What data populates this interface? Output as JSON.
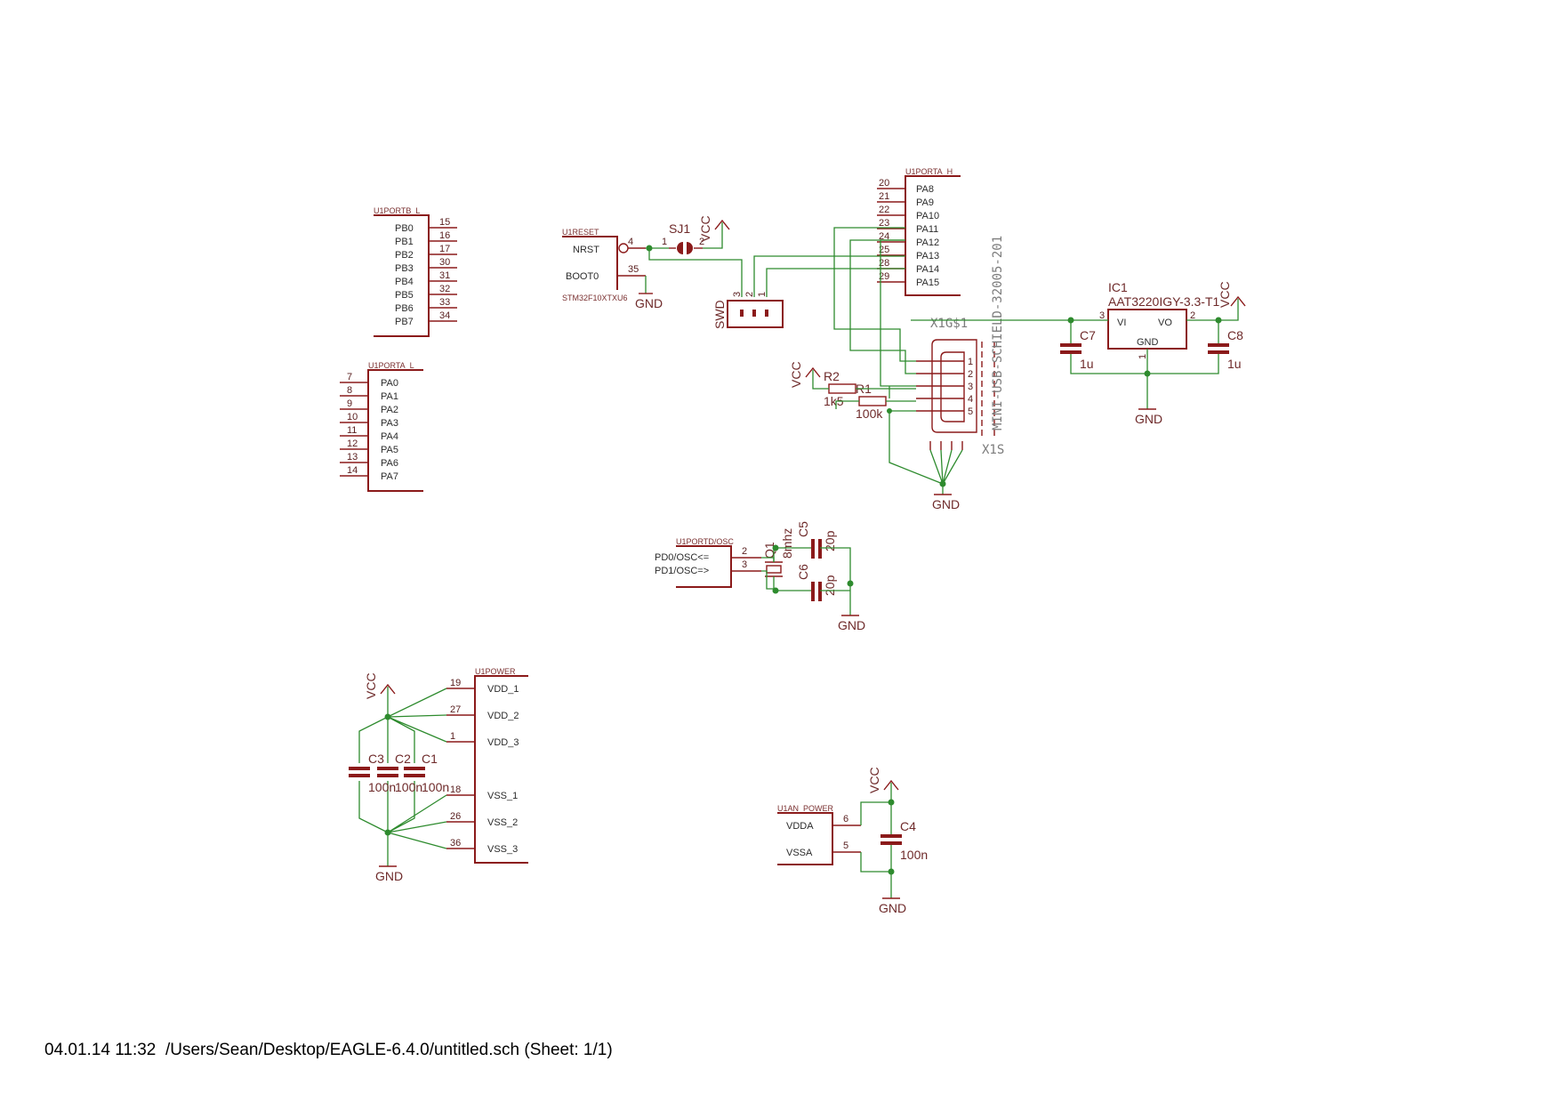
{
  "title_block": {
    "date": "04.01.14 11:32",
    "path": "/Users/Sean/Desktop/EAGLE-6.4.0/untitled.sch",
    "sheet": "(Sheet: 1/1)"
  },
  "parts": {
    "portb": {
      "name": "U1PORTB_L",
      "pins": [
        {
          "label": "PB0",
          "num": "15"
        },
        {
          "label": "PB1",
          "num": "16"
        },
        {
          "label": "PB2",
          "num": "17"
        },
        {
          "label": "PB3",
          "num": "30"
        },
        {
          "label": "PB4",
          "num": "31"
        },
        {
          "label": "PB5",
          "num": "32"
        },
        {
          "label": "PB6",
          "num": "33"
        },
        {
          "label": "PB7",
          "num": "34"
        }
      ]
    },
    "porta_l": {
      "name": "U1PORTA_L",
      "pins": [
        {
          "label": "PA0",
          "num": "7"
        },
        {
          "label": "PA1",
          "num": "8"
        },
        {
          "label": "PA2",
          "num": "9"
        },
        {
          "label": "PA3",
          "num": "10"
        },
        {
          "label": "PA4",
          "num": "11"
        },
        {
          "label": "PA5",
          "num": "12"
        },
        {
          "label": "PA6",
          "num": "13"
        },
        {
          "label": "PA7",
          "num": "14"
        }
      ]
    },
    "porta_h": {
      "name": "U1PORTA_H",
      "pins": [
        {
          "label": "PA8",
          "num": "20"
        },
        {
          "label": "PA9",
          "num": "21"
        },
        {
          "label": "PA10",
          "num": "22"
        },
        {
          "label": "PA11",
          "num": "23"
        },
        {
          "label": "PA12",
          "num": "24"
        },
        {
          "label": "PA13",
          "num": "25"
        },
        {
          "label": "PA14",
          "num": "28"
        },
        {
          "label": "PA15",
          "num": "29"
        }
      ]
    },
    "reset": {
      "name": "U1RESET",
      "nrst": "NRST",
      "boot0": "BOOT0",
      "pin_nrst": "4",
      "pin_boot0": "35",
      "device": "STM32F10XTXU6"
    },
    "power": {
      "name": "U1POWER",
      "pins": [
        {
          "label": "VDD_1",
          "num": "19"
        },
        {
          "label": "VDD_2",
          "num": "27"
        },
        {
          "label": "VDD_3",
          "num": "1"
        },
        {
          "label": "VSS_1",
          "num": "18"
        },
        {
          "label": "VSS_2",
          "num": "26"
        },
        {
          "label": "VSS_3",
          "num": "36"
        }
      ]
    },
    "osc": {
      "name": "U1PORTD/OSC",
      "pins": [
        {
          "label": "PD0/OSC<=",
          "num": "2"
        },
        {
          "label": "PD1/OSC=>",
          "num": "3"
        }
      ]
    },
    "an_power": {
      "name": "U1AN_POWER",
      "pins": [
        {
          "label": "VDDA",
          "num": "6"
        },
        {
          "label": "VSSA",
          "num": "5"
        }
      ]
    },
    "regulator": {
      "ref": "IC1",
      "value": "AAT3220IGY-3.3-T1",
      "vi": "VI",
      "vo": "VO",
      "gnd": "GND",
      "p_vi": "3",
      "p_vo": "2",
      "p_gnd": "1"
    },
    "usb": {
      "ref": "X1G$1",
      "shield": "X1S",
      "value": "MINI-USB-SCHIELD-32005-201",
      "pins": [
        "1",
        "2",
        "3",
        "4",
        "5"
      ]
    },
    "swd": {
      "ref": "SWD",
      "pins": [
        "3",
        "2",
        "1"
      ]
    },
    "sj1": {
      "ref": "SJ1",
      "p1": "1",
      "p2": "2"
    },
    "q1": {
      "ref": "Q1",
      "value": "8mhz"
    },
    "r1": {
      "ref": "R1",
      "value": "100k"
    },
    "r2": {
      "ref": "R2",
      "value": "1k5"
    },
    "c1": {
      "ref": "C1",
      "value": "100n"
    },
    "c2": {
      "ref": "C2",
      "value": "100n"
    },
    "c3": {
      "ref": "C3",
      "value": "100n"
    },
    "c4": {
      "ref": "C4",
      "value": "100n"
    },
    "c5": {
      "ref": "C5",
      "value": "20p"
    },
    "c6": {
      "ref": "C6",
      "value": "20p"
    },
    "c7": {
      "ref": "C7",
      "value": "1u"
    },
    "c8": {
      "ref": "C8",
      "value": "1u"
    }
  },
  "nets": {
    "vcc": "VCC",
    "gnd": "GND"
  },
  "colors": {
    "symbol": "#8b1a1a",
    "wire": "#2e8b2e",
    "junction": "#2e8b2e",
    "background": "#ffffff"
  }
}
